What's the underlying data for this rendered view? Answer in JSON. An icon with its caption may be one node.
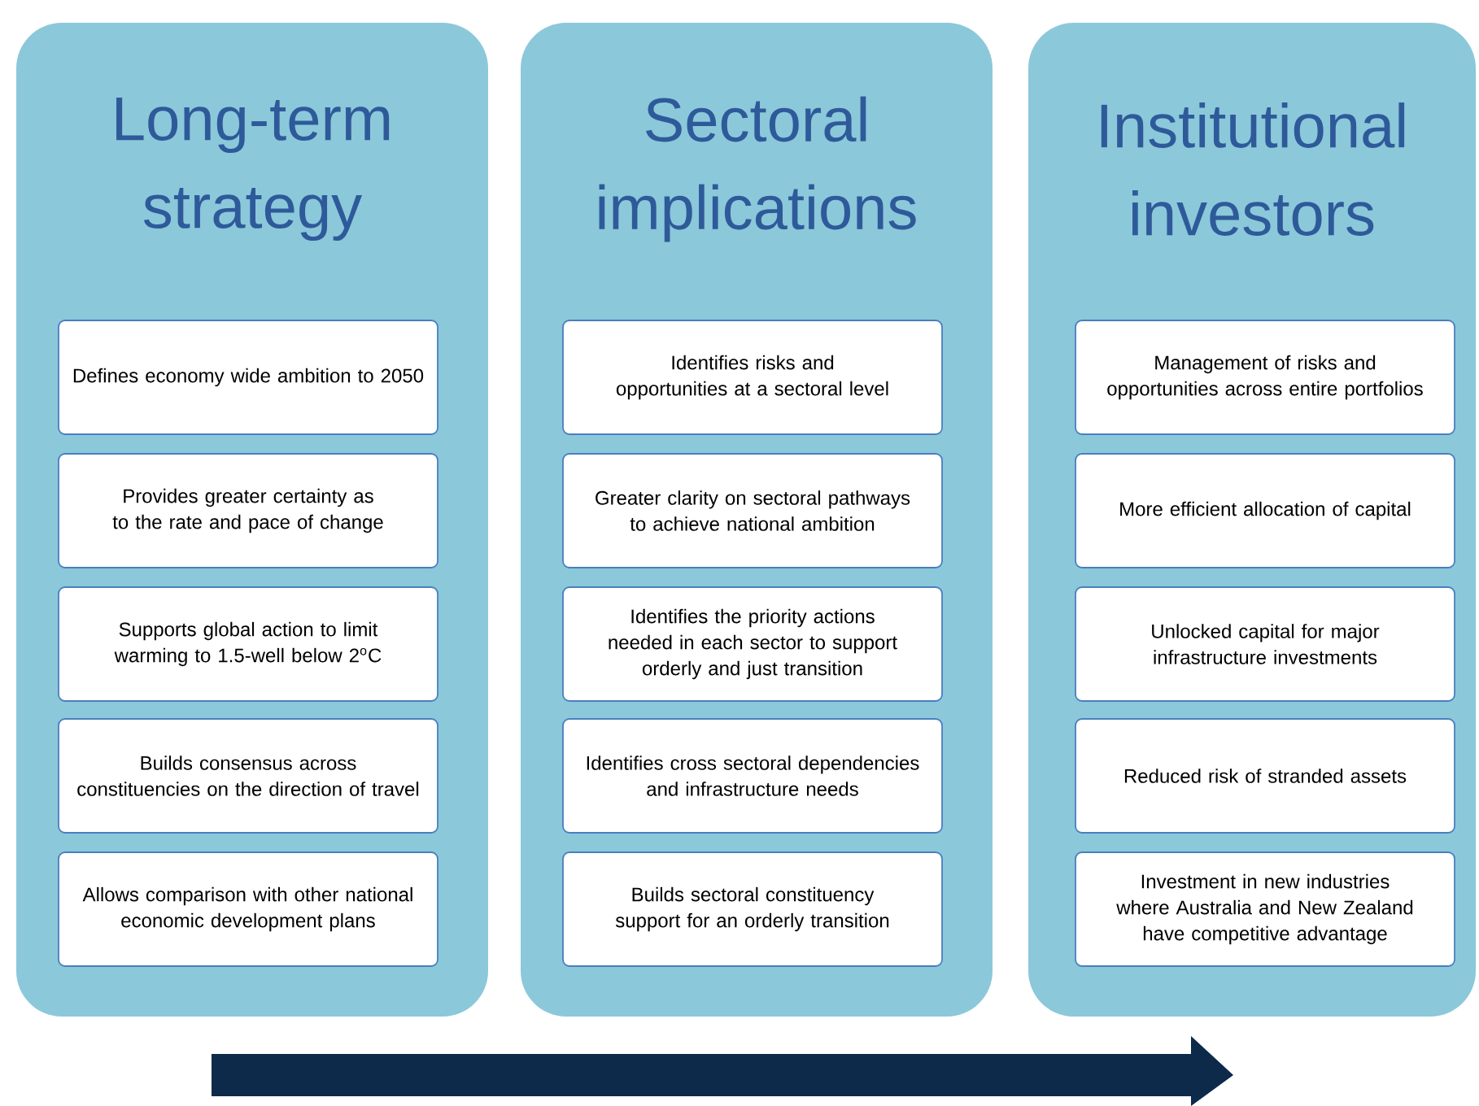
{
  "diagram": {
    "nodes": [
      {
        "text": [
          "Long-term strategy"
        ]
      },
      {
        "text": [
          "Defines economy wide ambition to 2050"
        ],
        "in": 0
      },
      {
        "text": [
          "Provides greater certainty as to the rate and pace of change"
        ],
        "in": 0
      },
      {
        "text": [
          "Supports global action to limit warming to 1.5-well below 2$^{o}$C"
        ],
        "in": 0
      },
      {
        "text": [
          "Builds consensus across constituencies on the direction of travel"
        ],
        "in": 0
      },
      {
        "text": [
          "Allows comparison with other national economic development plans"
        ],
        "in": 0
      },
      {
        "text": [
          "Sectoral implications"
        ]
      },
      {
        "text": [
          "Identifies risks and opportunities at a sectoral level"
        ],
        "in": 6
      },
      {
        "text": [
          "Greater clarity on sectoral pathways to achieve national ambition"
        ],
        "in": 6
      },
      {
        "text": [
          "Identifies the priority actions needed in each sector to support orderly and just  transition"
        ],
        "in": 6
      },
      {
        "text": [
          "Identifies cross sectoral dependencies and infrastructure needs"
        ],
        "in": 6
      },
      {
        "text": [
          "Builds sectoral constituency support for an orderly transition"
        ],
        "in": 6
      },
      {
        "text": [
          "Institutional investors"
        ]
      },
      {
        "text": [
          "Management of risks and opportunities across entire portfolios"
        ],
        "in": 12
      },
      {
        "text": [
          "More efficient allocation of capital"
        ],
        "in": 12
      },
      {
        "text": [
          "Unlocked capital for major infrastructure investments"
        ],
        "in": 12
      },
      {
        "text": [
          "Reduced risk of stranded assets"
        ],
        "in": 12
      },
      {
        "text": [
          "Investment in new industries where Australia and New Zealand have competitive advantage"
        ],
        "in": 12
      }
    ]
  }
}
